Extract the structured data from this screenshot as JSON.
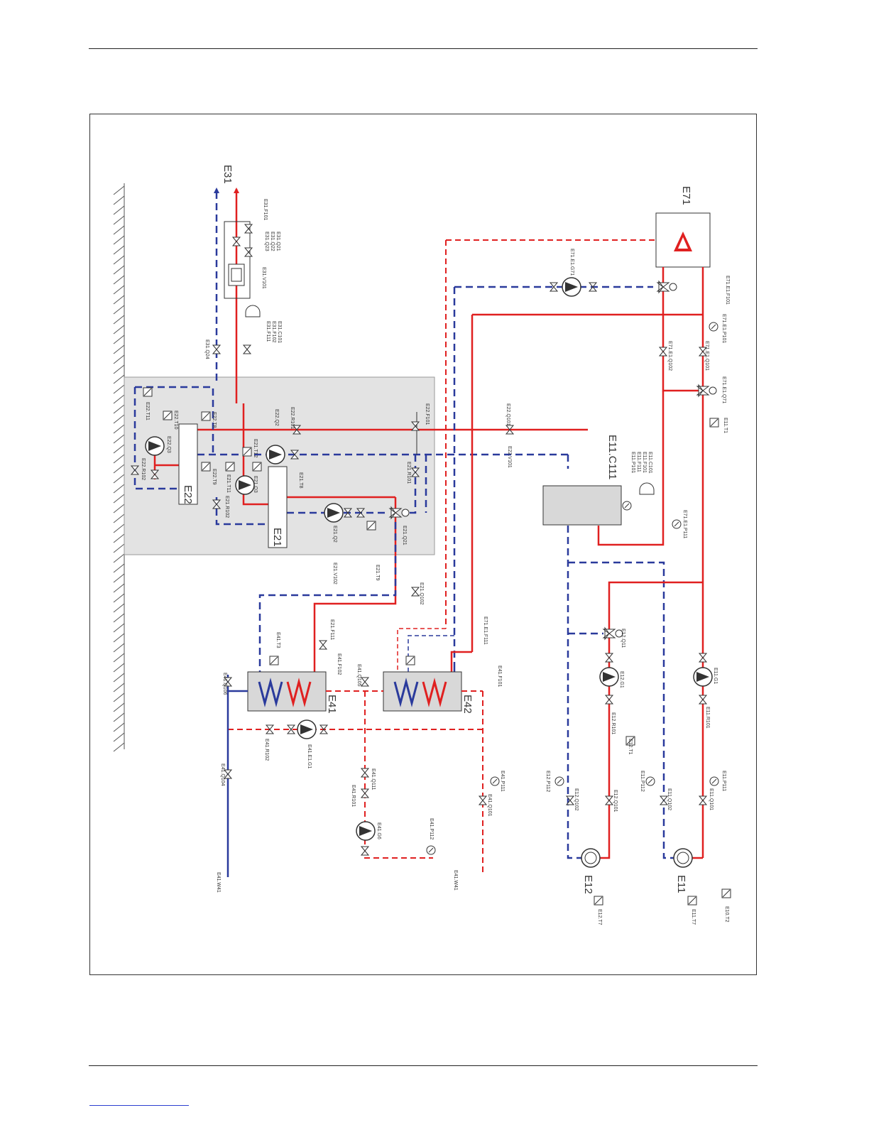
{
  "colors": {
    "supply": "#e02020",
    "return": "#2a3a9c",
    "box_fill": "#d8d8d8",
    "zone_fill": "#e3e3e3"
  },
  "units": {
    "E31": "E31",
    "E71": "E71",
    "E11C111": "E11.C111",
    "E22": "E22",
    "E21": "E21",
    "E41": "E41",
    "E42": "E42",
    "E12": "E12",
    "E11": "E11"
  },
  "labels": [
    "E31.F101",
    "E31.Q21",
    "E31.Q22",
    "E31.Q23",
    "E31.V101",
    "E31.C101",
    "E31.F102",
    "E31.F111",
    "E31.Q24",
    "E22.T11",
    "E22.T10",
    "E22.T8",
    "E22.Q3",
    "E22.R102",
    "E22.T9",
    "E22.Q2",
    "E22.R101",
    "E22.F101",
    "E22.Q101",
    "E22.V101",
    "E21.T12",
    "E21.T11",
    "E21.Q3",
    "E21.R102",
    "E21.T8",
    "E21.R101",
    "E21.Q2",
    "E21.Q21",
    "E21.T9",
    "E21.V102",
    "E21.Q102",
    "E21.F111",
    "E71.E1.G71",
    "E71.E1.F101",
    "E71.E1.P101",
    "E71.E1.Q101",
    "E71.E1.Q102",
    "E71.E1.Q71",
    "E71.E1.P111",
    "E71.E1.F111",
    "E11.T1",
    "E11.C101",
    "E11.F101",
    "E11.F111",
    "E11.P101",
    "E41.T3",
    "E41.F102",
    "E41.Q106",
    "E41.Q105",
    "E41.F101",
    "E41.R102",
    "E41.E1.G1",
    "E41.Q104",
    "E41.Q111",
    "E41.R101",
    "E41.G6",
    "E41.P111",
    "E41.Q101",
    "E41.P112",
    "E41.W41",
    "E41.W41",
    "E12.Q11",
    "E12.G1",
    "E12.R101",
    "E12.T1",
    "E12.P112",
    "E12.Q102",
    "E12.Q101",
    "E12.T7",
    "E11.G1",
    "E11.R101",
    "E11.P112",
    "E11.Q102",
    "E11.P111",
    "E11.Q101",
    "E11.T7",
    "E10.T2"
  ]
}
